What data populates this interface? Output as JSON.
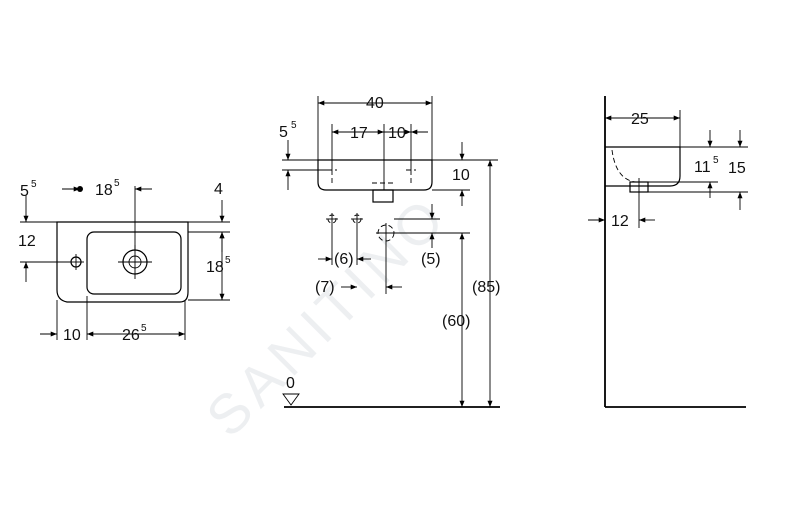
{
  "watermark": "SANITINO",
  "top_view": {
    "dim_5_5_main": "5",
    "dim_5_5_sup": "5",
    "dim_18_5_top_main": "18",
    "dim_18_5_top_sup": "5",
    "dim_4": "4",
    "dim_12": "12",
    "dim_18_5_side_main": "18",
    "dim_18_5_side_sup": "5",
    "dim_10": "10",
    "dim_26_5_main": "26",
    "dim_26_5_sup": "5"
  },
  "front_view": {
    "dim_40": "40",
    "dim_5_5_main": "5",
    "dim_5_5_sup": "5",
    "dim_17": "17",
    "dim_10_top": "10",
    "dim_10_right": "10",
    "dim_6": "(6)",
    "dim_5": "(5)",
    "dim_7": "(7)",
    "dim_85": "(85)",
    "dim_60": "(60)",
    "floor_level": "0"
  },
  "side_view": {
    "dim_25": "25",
    "dim_11_5_main": "11",
    "dim_11_5_sup": "5",
    "dim_15": "15",
    "dim_12": "12"
  }
}
